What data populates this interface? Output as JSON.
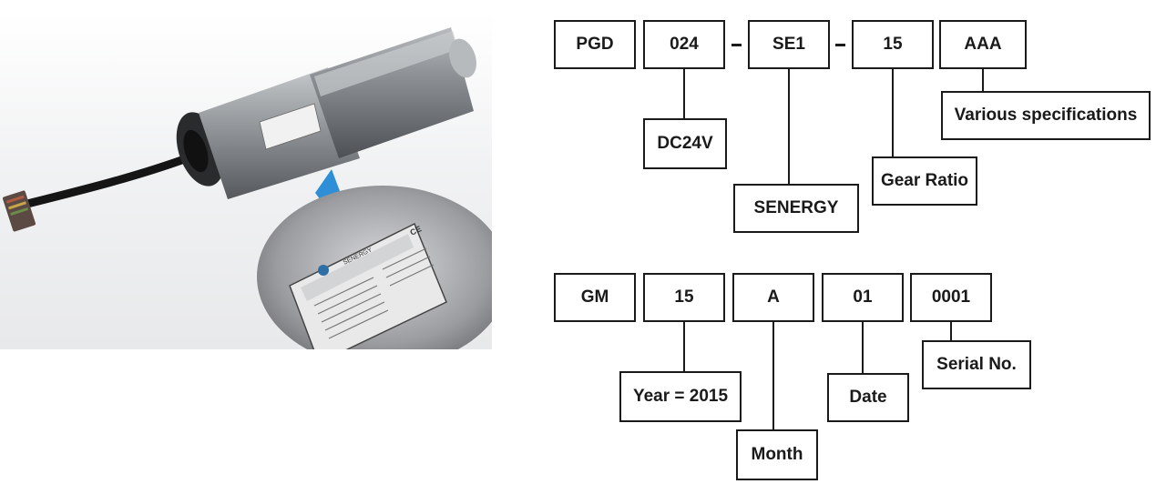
{
  "model_code": {
    "segments": [
      "PGD",
      "024",
      "SE1",
      "15",
      "AAA"
    ],
    "separator": "-",
    "descriptions": {
      "voltage": "DC24V",
      "brand": "SENERGY",
      "gear_ratio": "Gear Ratio",
      "specs": "Various specifications"
    }
  },
  "serial_code": {
    "segments": [
      "GM",
      "15",
      "A",
      "01",
      "0001"
    ],
    "descriptions": {
      "year": "Year = 2015",
      "month": "Month",
      "date": "Date",
      "serial": "Serial No."
    }
  },
  "photo": {
    "label_brand": "SENERGY",
    "label_mark": "CE",
    "arrow_color": "#2e8fd6"
  }
}
